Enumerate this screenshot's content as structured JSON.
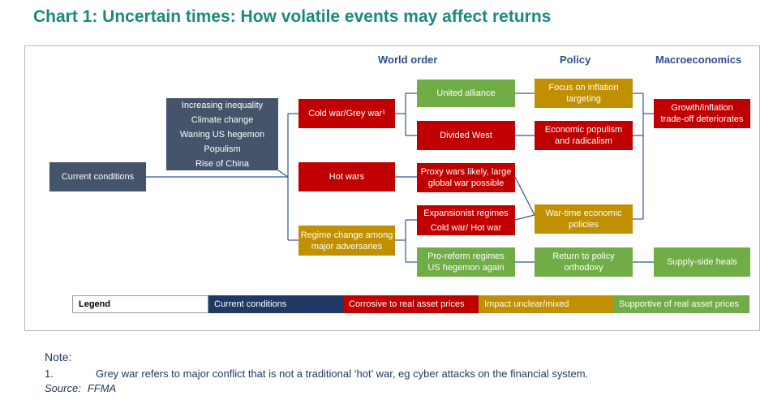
{
  "title": "Chart 1: Uncertain times: How volatile events may affect returns",
  "columns": {
    "world_order": "World order",
    "policy": "Policy",
    "macro": "Macroeconomics"
  },
  "drivers": [
    "Increasing inequality",
    "Climate change",
    "Waning US hegemon",
    "Populism",
    "Rise of China"
  ],
  "current": "Current conditions",
  "world": {
    "cold_war": "Cold war/Grey war¹",
    "hot_wars": "Hot wars",
    "regime_change": [
      "Regime change among",
      "major adversaries"
    ]
  },
  "outcomes": {
    "united_alliance": "United alliance",
    "divided_west": "Divided West",
    "proxy_wars": [
      "Proxy wars likely, large",
      "global war possible"
    ],
    "expansionist": [
      "Expansionist regimes",
      "Cold war/ Hot war"
    ],
    "pro_reform": [
      "Pro-reform regimes",
      "US hegemon again"
    ]
  },
  "policy": {
    "inflation_targeting": [
      "Focus on inflation",
      "targeting"
    ],
    "economic_populism": [
      "Economic populism",
      "and radicalism"
    ],
    "war_time": [
      "War-time economic",
      "policies"
    ],
    "orthodoxy": [
      "Return to policy",
      "orthodoxy"
    ]
  },
  "macro": {
    "growth_inflation": [
      "Growth/inflation",
      "trade-off deteriorates"
    ],
    "supply_side": "Supply-side heals"
  },
  "legend": {
    "label": "Legend",
    "current": "Current conditions",
    "corrosive": "Corrosive to real asset prices",
    "unclear": "Impact unclear/mixed",
    "supportive": "Supportive of real asset prices"
  },
  "colors": {
    "title": "#1a8a7e",
    "header": "#2f4d8c",
    "slate": "#44546a",
    "navy": "#1f3864",
    "red": "#c00000",
    "gold": "#c09000",
    "green": "#70ad47",
    "connector": "#2f5597"
  },
  "note": {
    "heading": "Note:",
    "number": "1.",
    "text": "Grey war refers to major conflict that is not a traditional ‘hot’ war, eg cyber attacks on the financial system.",
    "source_label": "Source:",
    "source_value": "FFMA"
  }
}
